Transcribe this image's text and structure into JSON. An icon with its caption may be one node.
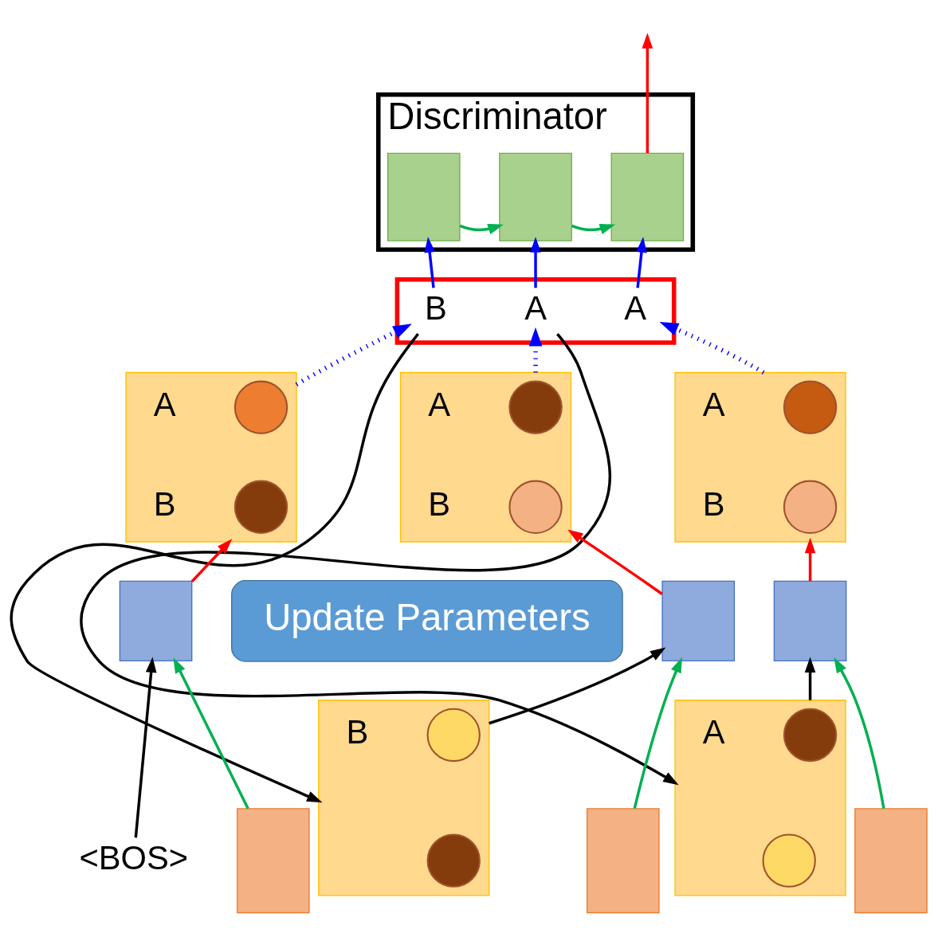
{
  "diagram": {
    "nodes": [
      {
        "text": [
          "Discriminator"
        ]
      },
      {
        "text": [],
        "shape": "box",
        "in": 0
      },
      {
        "text": [],
        "shape": "box",
        "in": 0
      },
      {
        "text": [],
        "shape": "box",
        "in": 0
      },
      {
        "text": [],
        "shape": "box"
      },
      {
        "text": [
          "B"
        ],
        "in": 4
      },
      {
        "text": [
          "A"
        ],
        "in": 4
      },
      {
        "text": [
          "A"
        ],
        "in": 4
      },
      {
        "text": [],
        "shape": "box",
        "beside": [
          "A",
          "B"
        ]
      },
      {
        "text": [],
        "shape": "circle",
        "in": 8
      },
      {
        "text": [],
        "shape": "circle",
        "in": 8
      },
      {
        "text": [],
        "shape": "box",
        "beside": [
          "A",
          "B"
        ]
      },
      {
        "text": [],
        "shape": "circle",
        "in": 11
      },
      {
        "text": [],
        "shape": "circle",
        "in": 11
      },
      {
        "text": [],
        "shape": "box",
        "beside": [
          "A",
          "B"
        ]
      },
      {
        "text": [],
        "shape": "circle",
        "in": 14
      },
      {
        "text": [],
        "shape": "circle",
        "in": 14
      },
      {
        "text": [
          "Update Parameters"
        ]
      },
      {
        "text": [],
        "shape": "box"
      },
      {
        "text": [],
        "shape": "box"
      },
      {
        "text": [],
        "shape": "box"
      },
      {
        "text": [
          "<BOS>"
        ]
      },
      {
        "text": [],
        "shape": "box"
      },
      {
        "text": [],
        "shape": "box",
        "beside": [
          "B"
        ]
      },
      {
        "text": [],
        "shape": "circle",
        "in": 23
      },
      {
        "text": [],
        "shape": "circle",
        "in": 23
      },
      {
        "text": [],
        "shape": "box"
      },
      {
        "text": [],
        "shape": "box",
        "beside": [
          "A"
        ]
      },
      {
        "text": [],
        "shape": "circle",
        "in": 27
      },
      {
        "text": [],
        "shape": "circle",
        "in": 27
      },
      {
        "text": [],
        "shape": "box"
      }
    ],
    "edges": [
      {
        "from": 1,
        "to": 2,
        "arrow": "to",
        "color": "#00b050"
      },
      {
        "from": 2,
        "to": 3,
        "arrow": "to",
        "color": "#00b050"
      },
      {
        "from": 3,
        "to": null,
        "arrow": "to",
        "color": "#ff0000"
      },
      {
        "from": 5,
        "to": 1,
        "arrow": "to"
      },
      {
        "from": 6,
        "to": 2,
        "arrow": "to"
      },
      {
        "from": 7,
        "to": 3,
        "arrow": "to"
      },
      {
        "from": 8,
        "to": 5,
        "arrow": "to",
        "style": "dashed"
      },
      {
        "from": 11,
        "to": 6,
        "arrow": "to",
        "style": "dashed"
      },
      {
        "from": 14,
        "to": 7,
        "arrow": "to",
        "style": "dashed"
      },
      {
        "from": 18,
        "to": 8,
        "arrow": "to",
        "color": "#ff0000"
      },
      {
        "from": 19,
        "to": 11,
        "arrow": "to",
        "color": "#ff0000"
      },
      {
        "from": 20,
        "to": 14,
        "arrow": "to",
        "color": "#ff0000"
      },
      {
        "from": 22,
        "to": 18,
        "arrow": "to",
        "color": "#00b050"
      },
      {
        "from": 26,
        "to": 19,
        "arrow": "to",
        "color": "#00b050"
      },
      {
        "from": 30,
        "to": 20,
        "arrow": "to",
        "color": "#00b050"
      },
      {
        "from": 21,
        "to": 18,
        "arrow": "to",
        "color": "#000000"
      },
      {
        "from": 5,
        "to": 23,
        "arrow": "to",
        "color": "#000000"
      },
      {
        "from": 23,
        "to": 19,
        "arrow": "to",
        "color": "#000000"
      },
      {
        "from": 6,
        "to": 27,
        "arrow": "to",
        "color": "#000000"
      },
      {
        "from": 27,
        "to": 20,
        "arrow": "to",
        "color": "#000000"
      }
    ]
  }
}
